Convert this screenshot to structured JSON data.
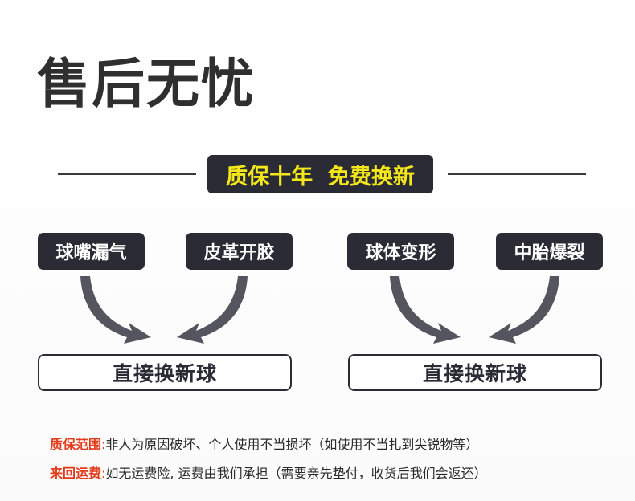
{
  "title": "售后无忧",
  "banner": "质保十年  免费换新",
  "groups": [
    {
      "tags": [
        "球嘴漏气",
        "皮革开胶"
      ],
      "result": "直接换新球"
    },
    {
      "tags": [
        "球体变形",
        "中胎爆裂"
      ],
      "result": "直接换新球"
    }
  ],
  "notes": [
    {
      "label": "质保范围",
      "separator": ":",
      "text": "非人为原因破坏、个人使用不当损坏（如使用不当扎到尖锐物等）"
    },
    {
      "label": "来回运费",
      "separator": ":",
      "text": "如无运费险, 运费由我们承担（需要亲先垫付，收货后我们会返还）"
    }
  ],
  "colors": {
    "dark": "#2b2b36",
    "banner_text": "#f4e81a",
    "label_red": "#e23a1a"
  },
  "icons": [
    "curved-arrow-icon"
  ]
}
